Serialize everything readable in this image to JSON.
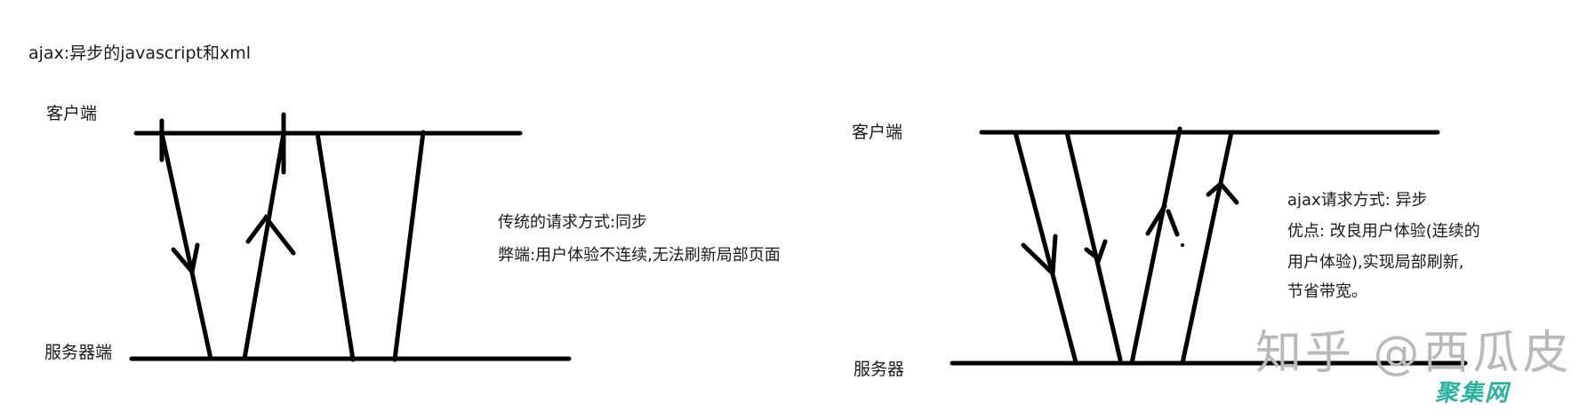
{
  "title": "ajax:异步的javascript和xml",
  "sync_diagram": {
    "client_label": "客户端",
    "server_label": "服务器端",
    "desc_line1": "传统的请求方式:同步",
    "desc_line2": "弊端:用户体验不连续,无法刷新局部页面"
  },
  "async_diagram": {
    "client_label": "客户端",
    "server_label": "服务器",
    "desc_line1": "ajax请求方式: 异步",
    "desc_line2": "优点: 改良用户体验(连续的",
    "desc_line3": "用户体验),实现局部刷新,",
    "desc_line4": "节省带宽。"
  },
  "watermark": {
    "main": "知乎 @西瓜皮",
    "sub": "聚集网",
    "main_color": "#b9b9b9",
    "sub_color": "#2bb3a0"
  }
}
